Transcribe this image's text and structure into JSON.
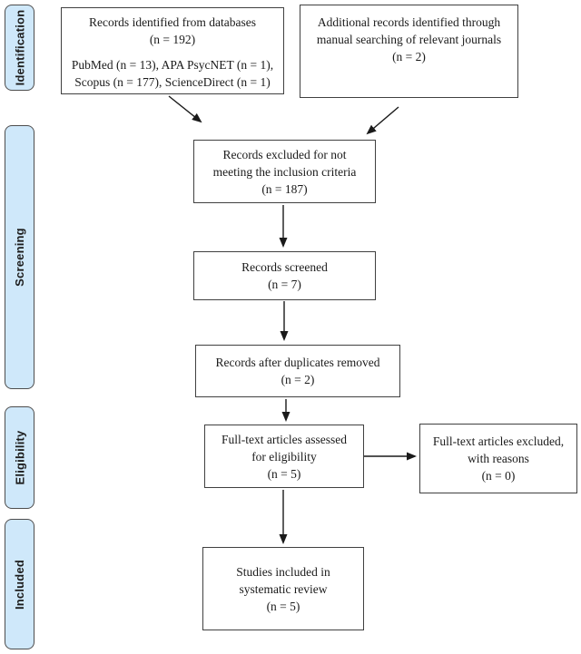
{
  "palette": {
    "background": "#ffffff",
    "stage_fill": "#cfe8fa",
    "stage_border": "#4d4d4d",
    "box_border": "#404040",
    "arrow_color": "#1a1a1a"
  },
  "sidebar": {
    "items": [
      {
        "id": "identification",
        "label": "Identification"
      },
      {
        "id": "screening",
        "label": "Screening"
      },
      {
        "id": "eligibility",
        "label": "Eligibility"
      },
      {
        "id": "included",
        "label": "Included"
      }
    ]
  },
  "flow": {
    "databases_box": {
      "line1": "Records identified from databases",
      "line2": "(n = 192)",
      "line3": "PubMed (n = 13), APA PsycNET (n = 1),",
      "line4": "Scopus (n = 177), ScienceDirect (n = 1)"
    },
    "manual_box": {
      "line1": "Additional records identified through",
      "line2": "manual searching of relevant journals",
      "line3": "(n = 2)"
    },
    "excluded_box": {
      "line1": "Records excluded for not",
      "line2": "meeting the inclusion criteria",
      "line3": "(n = 187)"
    },
    "screened_box": {
      "line1": "Records screened",
      "line2": "(n = 7)"
    },
    "duplicates_box": {
      "line1": "Records after duplicates removed",
      "line2": "(n = 2)"
    },
    "fulltext_box": {
      "line1": "Full-text articles assessed",
      "line2": "for eligibility",
      "line3": "(n = 5)"
    },
    "fulltext_excluded_box": {
      "line1": "Full-text articles excluded,",
      "line2": "with reasons",
      "line3": "(n = 0)"
    },
    "included_box": {
      "line1": "Studies included in",
      "line2": "systematic review",
      "line3": "(n = 5)"
    }
  }
}
